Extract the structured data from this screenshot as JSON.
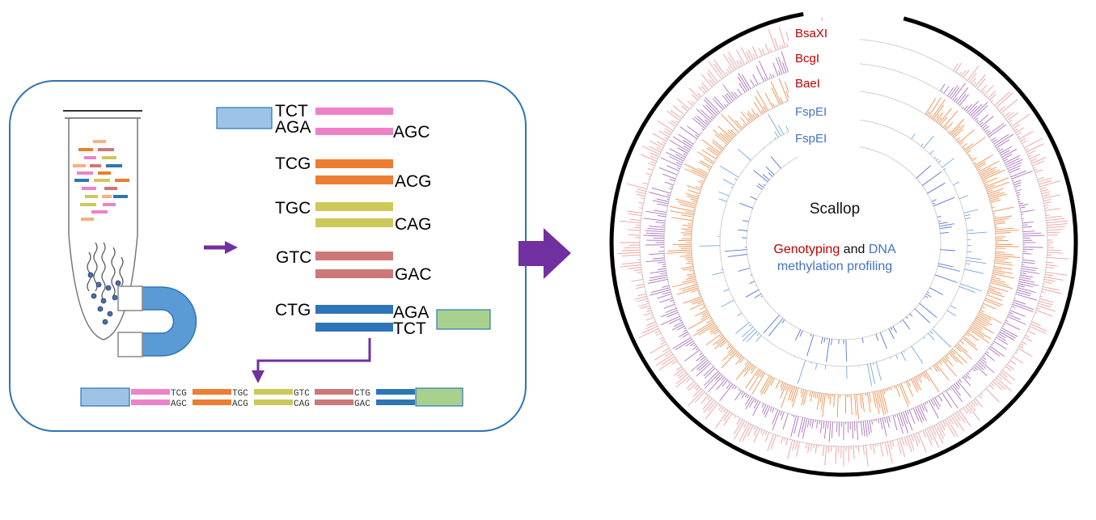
{
  "adapter_pairs": [
    {
      "top": "TCT",
      "bottom": "AGA",
      "right": "AGC",
      "color": "#ee82c8"
    },
    {
      "top": "TCG",
      "right": "ACG",
      "color": "#ed7d31"
    },
    {
      "top": "TGC",
      "right": "CAG",
      "color": "#cdc85a"
    },
    {
      "top": "GTC",
      "right": "GAC",
      "color": "#cd7878"
    },
    {
      "top": "CTG",
      "right": "AGA",
      "right2": "TCT",
      "color": "#2e75b6"
    }
  ],
  "assembled_strand": {
    "top": [
      "TCG",
      "TGC",
      "GTC",
      "CTG"
    ],
    "bottom": [
      "AGC",
      "ACG",
      "CAG",
      "GAC"
    ]
  },
  "circos": {
    "center_title": "Scallop",
    "subtitle_part1": "Genotyping",
    "subtitle_and": "and",
    "subtitle_part2": "DNA",
    "subtitle_line2": "methylation profiling",
    "tracks": [
      {
        "label": "BsaXI",
        "label_color": "#c00000",
        "bar_color": "#f08c8c"
      },
      {
        "label": "BcgI",
        "label_color": "#c00000",
        "bar_color": "#9b59b6"
      },
      {
        "label": "BaeI",
        "label_color": "#c00000",
        "bar_color": "#ed7d31"
      },
      {
        "label": "FspEI",
        "label_color": "#4472c4",
        "bar_color": "#5b9bd5"
      },
      {
        "label": "FspEI",
        "label_color": "#4472c4",
        "bar_color": "#3a5fcd"
      }
    ]
  },
  "colors": {
    "accent_purple": "#7030a0",
    "box_border": "#2e75b6",
    "adapter_left": "#9dc3e6",
    "adapter_right": "#a9d18e"
  }
}
